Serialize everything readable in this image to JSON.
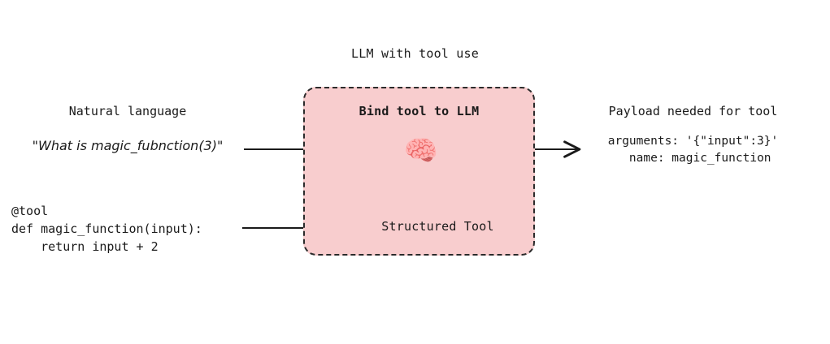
{
  "diagram": {
    "title": "LLM with tool use",
    "background_color": "#ffffff",
    "box": {
      "heading": "Bind tool to LLM",
      "fill_color": "#f8cdce",
      "border_color": "#2b2b2b",
      "border_style": "dashed",
      "structured_tool_label": "Structured Tool",
      "brain_icon": "brain-emoji",
      "brain_glyph": "🧠"
    },
    "left": {
      "heading": "Natural language",
      "quote": "\"What is magic_fubnction(3)\"",
      "code": "@tool\ndef magic_function(input):\n    return input + 2"
    },
    "right": {
      "heading": "Payload needed for tool",
      "payload": "arguments: '{\"input\":3}'\n  name: magic_function"
    },
    "arrows": [
      {
        "name": "natural-language-to-llm",
        "direction": "right"
      },
      {
        "name": "tool-definition-to-structured-tool",
        "direction": "right"
      },
      {
        "name": "structured-tool-to-llm",
        "direction": "up"
      },
      {
        "name": "llm-to-payload",
        "direction": "right"
      }
    ]
  }
}
